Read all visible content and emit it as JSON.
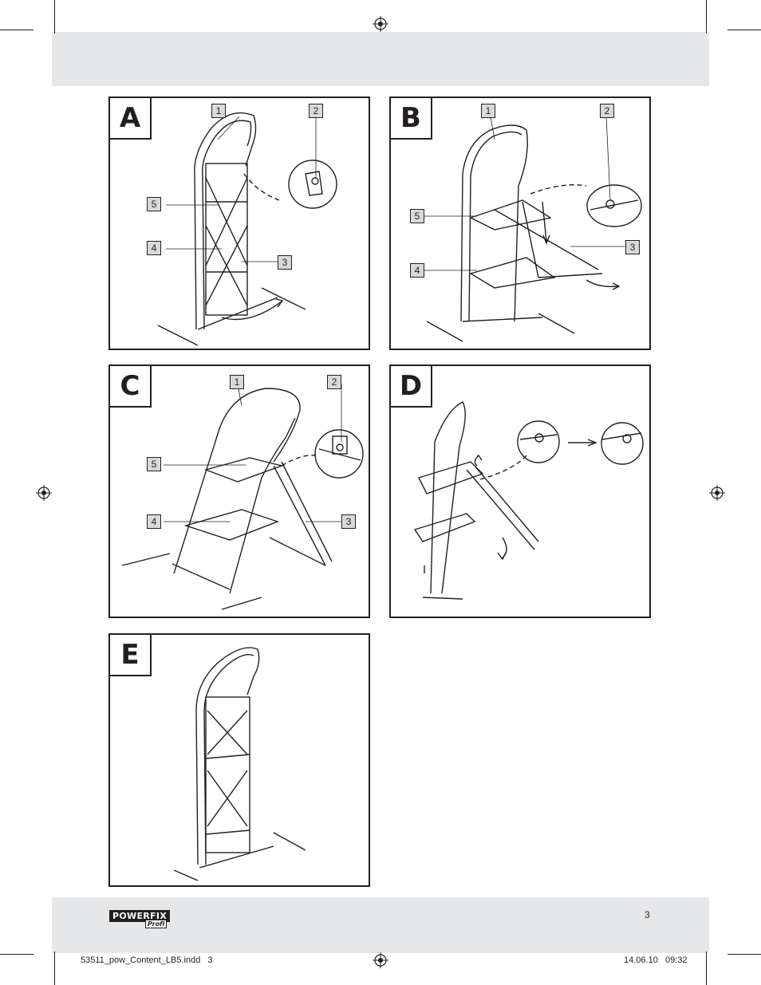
{
  "page": {
    "number": "3",
    "footer_file": "53511_pow_Content_LB5.indd   3",
    "footer_timestamp": "14.06.10   09:32"
  },
  "logo": {
    "brand": "POWERFIX",
    "sub": "Profi"
  },
  "panels": {
    "a": {
      "letter": "A",
      "callouts": [
        "1",
        "2",
        "5",
        "4",
        "3"
      ]
    },
    "b": {
      "letter": "B",
      "callouts": [
        "1",
        "2",
        "5",
        "3",
        "4"
      ]
    },
    "c": {
      "letter": "C",
      "callouts": [
        "1",
        "2",
        "5",
        "4",
        "3"
      ]
    },
    "d": {
      "letter": "D"
    },
    "e": {
      "letter": "E"
    }
  }
}
